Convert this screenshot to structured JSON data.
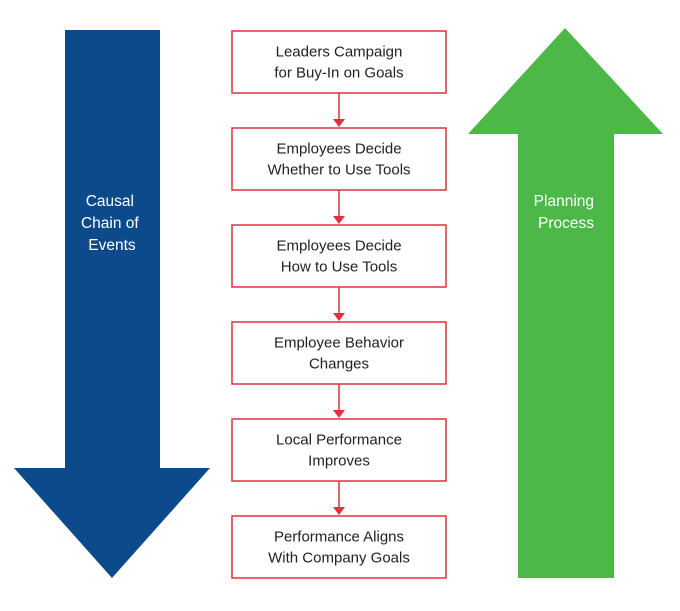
{
  "left_arrow": {
    "label_lines": [
      "Causal",
      "Chain of",
      "Events"
    ],
    "color": "#0d4a8c"
  },
  "right_arrow": {
    "label_lines": [
      "Planning",
      "Process"
    ],
    "color": "#4db848"
  },
  "steps": [
    {
      "lines": [
        "Leaders Campaign",
        "for Buy-In on Goals"
      ]
    },
    {
      "lines": [
        "Employees Decide",
        "Whether to Use Tools"
      ]
    },
    {
      "lines": [
        "Employees Decide",
        "How to Use Tools"
      ]
    },
    {
      "lines": [
        "Employee Behavior",
        "Changes"
      ]
    },
    {
      "lines": [
        "Local Performance",
        "Improves"
      ]
    },
    {
      "lines": [
        "Performance Aligns",
        "With Company Goals"
      ]
    }
  ],
  "step_border_color": "#e0313e",
  "connector_color": "#e0313e"
}
